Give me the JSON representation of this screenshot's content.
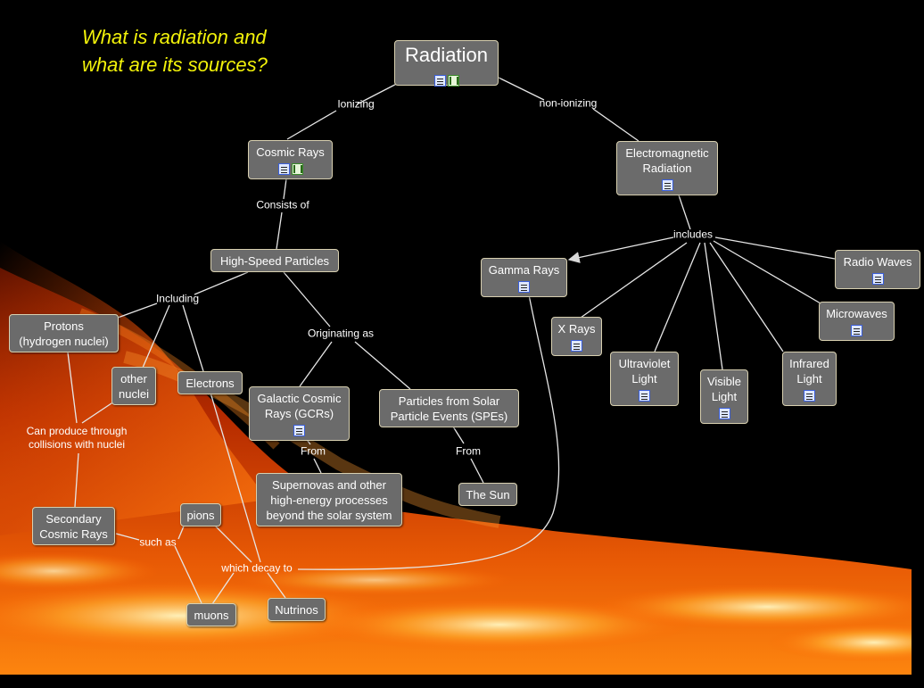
{
  "title": {
    "line1": "What is radiation and",
    "line2": "what are its sources?"
  },
  "nodes": {
    "radiation": "Radiation",
    "cosmic_rays": "Cosmic Rays",
    "em_radiation_1": "Electromagnetic",
    "em_radiation_2": "Radiation",
    "high_speed": "High-Speed Particles",
    "protons_1": "Protons",
    "protons_2": "(hydrogen nuclei)",
    "other_nuclei_1": "other",
    "other_nuclei_2": "nuclei",
    "electrons": "Electrons",
    "gcr_1": "Galactic Cosmic",
    "gcr_2": "Rays (GCRs)",
    "spe_1": "Particles from Solar",
    "spe_2": "Particle Events (SPEs)",
    "supernovas_1": "Supernovas and other",
    "supernovas_2": "high-energy processes",
    "supernovas_3": "beyond the solar system",
    "sun": "The Sun",
    "secondary_1": "Secondary",
    "secondary_2": "Cosmic Rays",
    "pions": "pions",
    "muons": "muons",
    "nutrinos": "Nutrinos",
    "gamma": "Gamma Rays",
    "xrays": "X Rays",
    "uv_1": "Ultraviolet",
    "uv_2": "Light",
    "visible_1": "Visible",
    "visible_2": "Light",
    "infrared_1": "Infrared",
    "infrared_2": "Light",
    "microwaves": "Microwaves",
    "radio": "Radio Waves"
  },
  "links": {
    "ionizing": "Ionizing",
    "non_ionizing": "non-ionizing",
    "consists_of": "Consists of",
    "including": "Including",
    "originating_as": "Originating as",
    "from_1": "From",
    "from_2": "From",
    "includes": "includes",
    "can_produce_1": "Can produce through",
    "can_produce_2": "collisions with nuclei",
    "such_as": "such as",
    "which_decay_to": "which decay to"
  },
  "icons": {
    "document": "document-icon",
    "video": "video-icon"
  },
  "colors": {
    "node_fill": "#6b6b6b",
    "node_border": "#d8d0b0",
    "title_text": "#f2f20a",
    "line": "#e6e6e6"
  }
}
